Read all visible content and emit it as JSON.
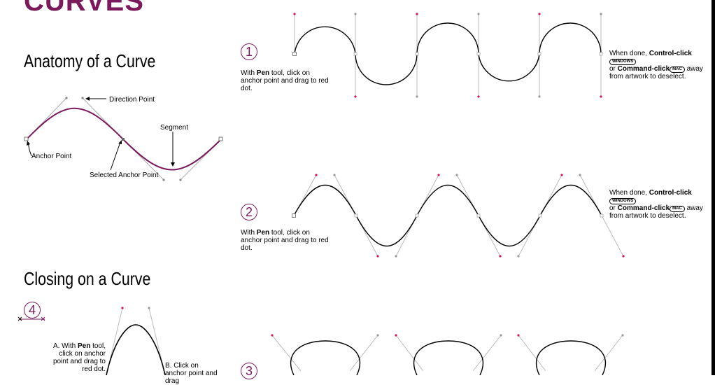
{
  "page": {
    "title": "CURVES",
    "title_color": "#7a1a5c",
    "accent": "#7a1a5c",
    "anchor_red": "#d4145a"
  },
  "anatomy": {
    "heading": "Anatomy of a Curve",
    "direction_point": "Direction Point",
    "segment": "Segment",
    "anchor_point": "Anchor Point",
    "selected_anchor_point": "Selected Anchor Point"
  },
  "closing": {
    "heading": "Closing on a Curve",
    "step_number": "4",
    "step_a_prefix": "A. With ",
    "step_a_tool": "Pen",
    "step_a_rest": " tool, click on anchor point and drag to red dot.",
    "step_b": "B. Click on anchor point and drag"
  },
  "exercises": [
    {
      "number": "1",
      "instruction_prefix": "With ",
      "instruction_tool": "Pen",
      "instruction_rest": " tool, click on anchor point and drag to red dot.",
      "done_prefix": "When done, ",
      "done_ctrl": "Control-click",
      "done_windows": "WINDOWS",
      "done_or": "or ",
      "done_cmd": "Command-click",
      "done_mac": "MAC",
      "done_away": " away",
      "done_rest": "from artwork to deselect."
    },
    {
      "number": "2",
      "instruction_prefix": "With ",
      "instruction_tool": "Pen",
      "instruction_rest": " tool, click on anchor point and drag to red dot.",
      "done_prefix": "When done, ",
      "done_ctrl": "Control-click",
      "done_windows": "WINDOWS",
      "done_or": "or ",
      "done_cmd": "Command-click",
      "done_mac": "MAC",
      "done_away": " away",
      "done_rest": "from artwork to deselect."
    },
    {
      "number": "3"
    }
  ]
}
